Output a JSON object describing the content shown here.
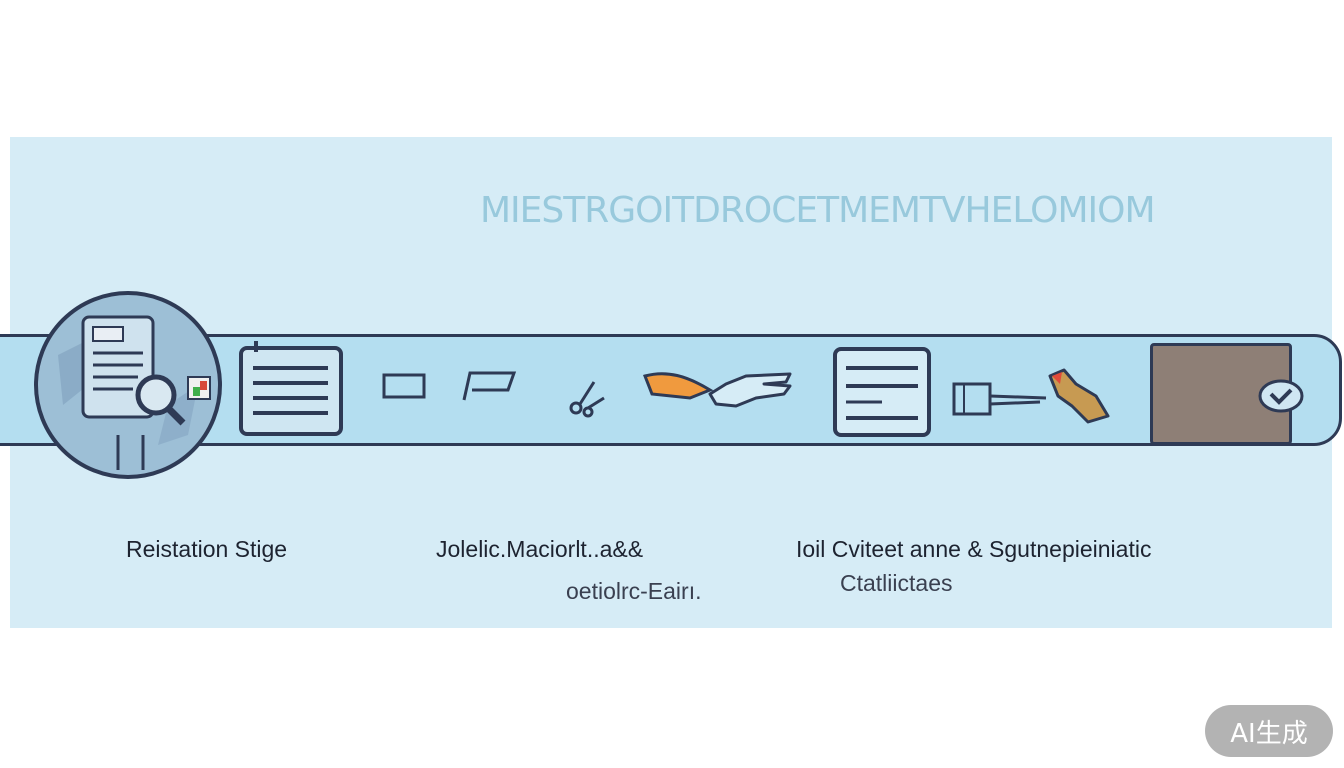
{
  "diagram": {
    "title": "MIESTRGOITDROCETMEMTVHELOMIOM",
    "stages": [
      {
        "label": "Reistation Stige"
      },
      {
        "label": "Jolelic.Maciorlt..a&&",
        "sublabel": "oetiolrc-Eairı."
      },
      {
        "label": "Ioil Cviteet anne & Sgutnepieiniatic",
        "sublabel": "Ctatliictaes"
      }
    ],
    "icons": [
      "registration-document-icon",
      "list-document-icon",
      "small-rectangle-icon",
      "flag-icon",
      "scissors-icon",
      "orange-arrow-icon",
      "hand-pointing-icon",
      "checklist-document-icon",
      "pen-tip-icon",
      "pencil-hand-icon",
      "folder-icon",
      "check-circle-icon"
    ],
    "colors": {
      "panel": "#d6ecf6",
      "bar": "#b4def0",
      "outline": "#2e3a55",
      "accent_orange": "#f09a3e",
      "folder": "#8e7f76"
    }
  },
  "badge": {
    "label": "AI生成"
  }
}
